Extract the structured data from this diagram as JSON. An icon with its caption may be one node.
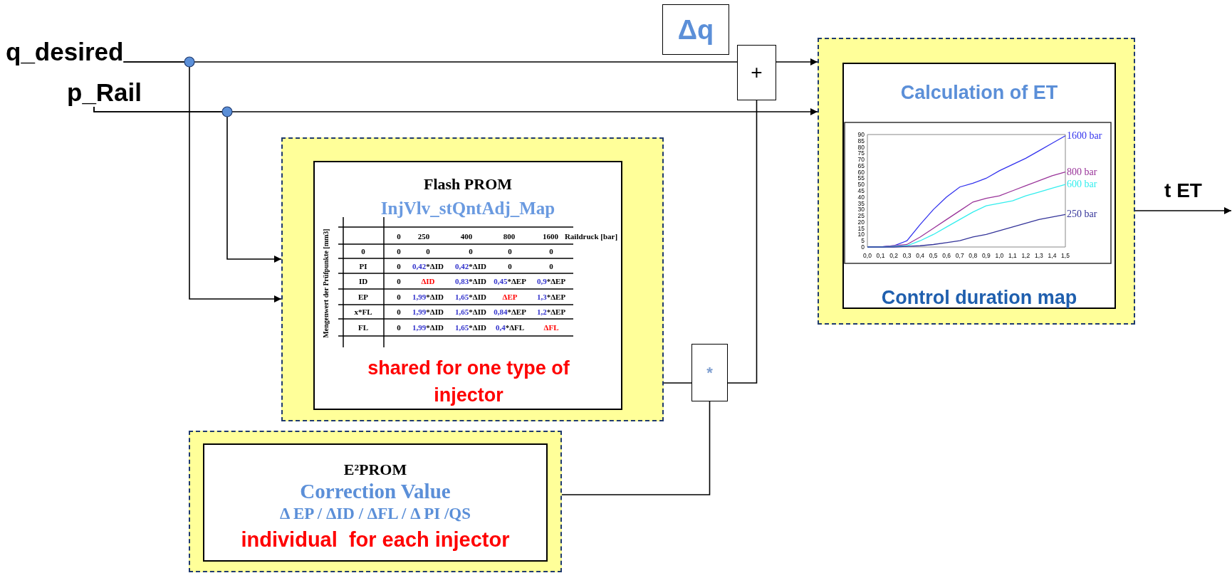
{
  "diagram": {
    "nodes": [
      {
        "text": [
          "q_desired"
        ]
      },
      {
        "text": [
          "p_Rail"
        ]
      },
      {
        "text": [
          "Δq"
        ]
      },
      {
        "text": [
          "+"
        ]
      },
      {
        "text": [],
        "shape": "box"
      },
      {
        "text": [
          "Calculation of ET",
          "Control duration map"
        ],
        "in": 4
      },
      {
        "text": [],
        "shape": "box"
      },
      {
        "text": [
          "Flash PROM",
          "InjVlv_stQntAdj_Map",
          "shared for one type of injector"
        ],
        "in": 6
      },
      {
        "text": [
          "*"
        ]
      },
      {
        "text": [],
        "shape": "box"
      },
      {
        "text": [
          "E²PROM",
          "Correction Value",
          "Δ EP / ΔID / ΔFL / Δ PI /QS",
          "individual  for each injector"
        ],
        "in": 9
      }
    ],
    "edges": [
      {
        "from": 0,
        "to": 3,
        "arrow": "none"
      },
      {
        "from": 0,
        "to": 6,
        "arrow": "to"
      },
      {
        "from": 1,
        "to": 4,
        "arrow": "to"
      },
      {
        "from": 1,
        "to": 6,
        "arrow": "to"
      },
      {
        "from": 3,
        "to": 4,
        "arrow": "to"
      },
      {
        "from": 6,
        "to": 8,
        "arrow": "none"
      },
      {
        "from": 8,
        "to": 3,
        "arrow": "none"
      },
      {
        "from": 10,
        "to": 8,
        "arrow": "none"
      },
      {
        "from": 4,
        "to": null,
        "arrow": "to",
        "label": "t ET"
      }
    ],
    "labels": [
      "Mengenwert der Prüfpunkte [mm3]",
      "0",
      "250",
      "400",
      "800",
      "1600",
      "Raildruck [bar]",
      "0",
      "0",
      "0",
      "0",
      "0",
      "0",
      "PI",
      "0",
      "0,42*ΔID",
      "0,42*ΔID",
      "0",
      "0",
      "ID",
      "0",
      "ΔID",
      "0,83*ΔID",
      "0,45*ΔEP",
      "0,9*ΔEP",
      "EP",
      "0",
      "1,99*ΔID",
      "1,65*ΔID",
      "ΔEP",
      "1,3*ΔEP",
      "x*FL",
      "0",
      "1,99*ΔID",
      "1,65*ΔID",
      "0,84*ΔEP",
      "1,2*ΔEP",
      "FL",
      "0",
      "1,99*ΔID",
      "1,65*ΔID",
      "0,4*ΔFL",
      "ΔFL"
    ],
    "chart_data": {
      "type": "line",
      "x": [
        0,
        0.1,
        0.2,
        0.3,
        0.4,
        0.5,
        0.6,
        0.7,
        0.8,
        0.9,
        1.0,
        1.1,
        1.2,
        1.3,
        1.4,
        1.5
      ],
      "series": [
        {
          "name": "1600 bar",
          "color": "#3333ee",
          "values": [
            0,
            0,
            1,
            5,
            18,
            30,
            40,
            48,
            51,
            55,
            61,
            66,
            71,
            77,
            83,
            89
          ]
        },
        {
          "name": "800 bar",
          "color": "#993399",
          "values": [
            0,
            0,
            1,
            2,
            8,
            15,
            22,
            29,
            36,
            39,
            41,
            45,
            49,
            53,
            57,
            60
          ]
        },
        {
          "name": "600 bar",
          "color": "#33eeee",
          "values": [
            0,
            0,
            0.5,
            1,
            5,
            10,
            16,
            22,
            28,
            33,
            35,
            37,
            41,
            44,
            47,
            50
          ]
        },
        {
          "name": "250 bar",
          "color": "#333399",
          "values": [
            0,
            0,
            0,
            0.5,
            1,
            2,
            3.5,
            5,
            8,
            10,
            13,
            16,
            19,
            22,
            24,
            26
          ]
        }
      ],
      "xlim": [
        0,
        1.5
      ],
      "ylim": [
        0,
        90
      ],
      "xticks": [
        {
          "value": 0,
          "label": "0,0"
        },
        {
          "value": 0.1,
          "label": "0,1"
        },
        {
          "value": 0.2,
          "label": "0,2"
        },
        {
          "value": 0.3,
          "label": "0,3"
        },
        {
          "value": 0.4,
          "label": "0,4"
        },
        {
          "value": 0.5,
          "label": "0,5"
        },
        {
          "value": 0.6,
          "label": "0,6"
        },
        {
          "value": 0.7,
          "label": "0,7"
        },
        {
          "value": 0.8,
          "label": "0,8"
        },
        {
          "value": 0.9,
          "label": "0,9"
        },
        {
          "value": 1.0,
          "label": "1,0"
        },
        {
          "value": 1.1,
          "label": "1,1"
        },
        {
          "value": 1.2,
          "label": "1,2"
        },
        {
          "value": 1.3,
          "label": "1,3"
        },
        {
          "value": 1.4,
          "label": "1,4"
        },
        {
          "value": 1.5,
          "label": "1,5"
        }
      ],
      "yticks": [
        0,
        5,
        10,
        15,
        20,
        25,
        30,
        35,
        40,
        45,
        50,
        55,
        60,
        65,
        70,
        75,
        80,
        85,
        90
      ]
    }
  }
}
